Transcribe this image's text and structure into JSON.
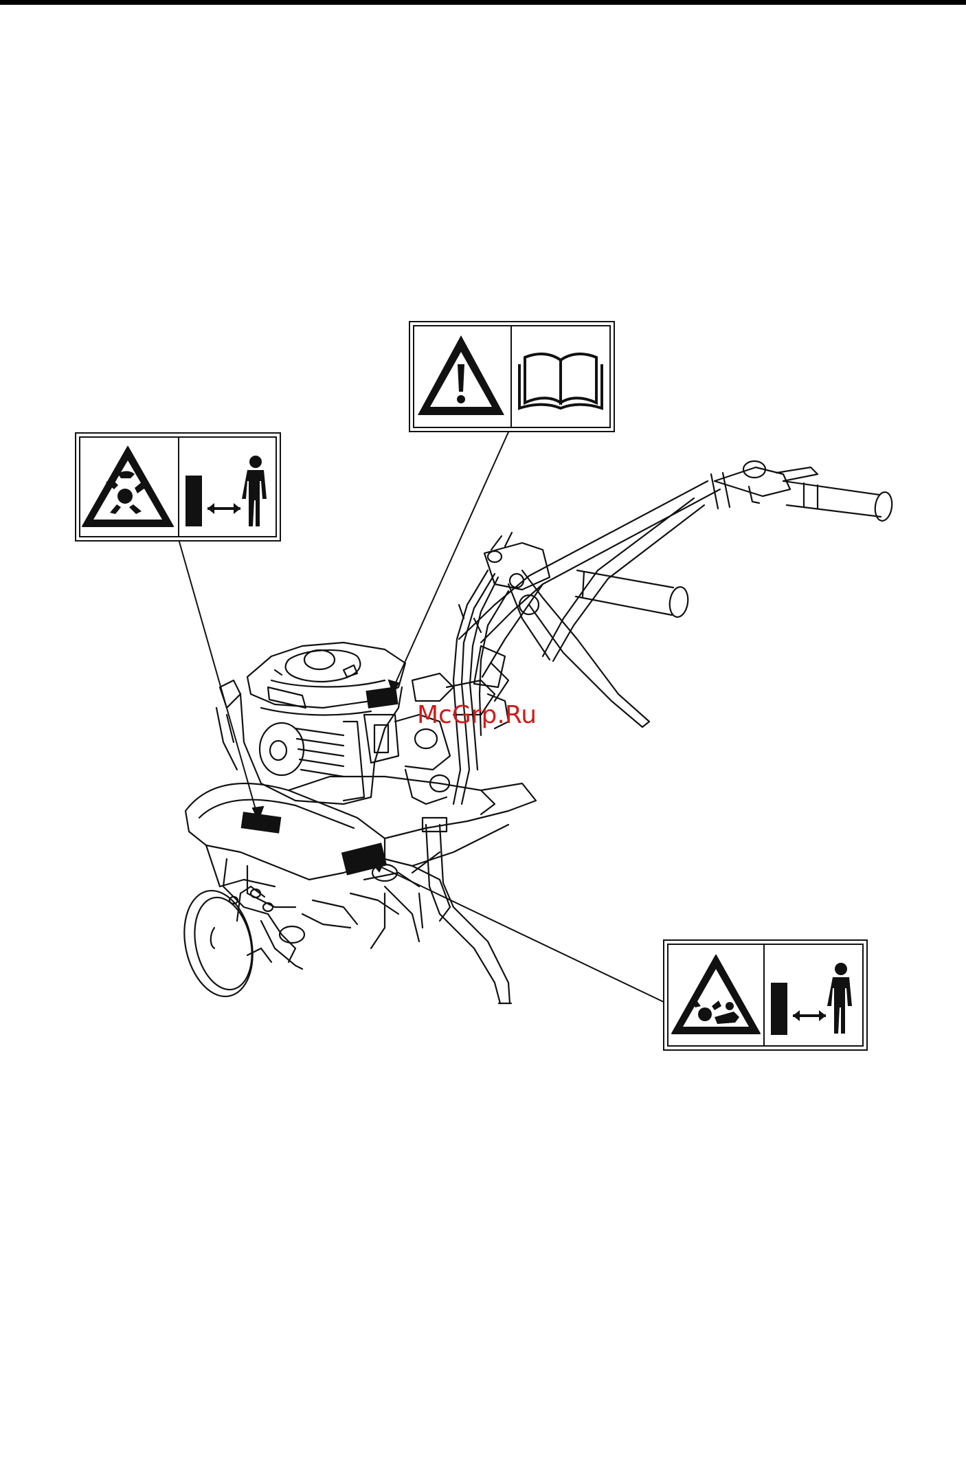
{
  "page": {
    "background": "#ffffff",
    "ink": "#111111",
    "top_rule": "#000000"
  },
  "watermark": {
    "text": "McGrp.Ru",
    "color": "#d11a1a"
  },
  "labels": [
    {
      "id": "safety-label-read-manual",
      "left_icon": "warning-triangle-icon",
      "right_icon": "operator-manual-icon"
    },
    {
      "id": "safety-label-rotating-tines",
      "left_icon": "rotating-tines-warning-icon",
      "right_icon": "keep-distance-icon"
    },
    {
      "id": "safety-label-rotating-tines-rear",
      "left_icon": "rotating-tines-warning-icon",
      "right_icon": "keep-distance-icon"
    }
  ],
  "machine": {
    "icon": "tiller-icon"
  }
}
